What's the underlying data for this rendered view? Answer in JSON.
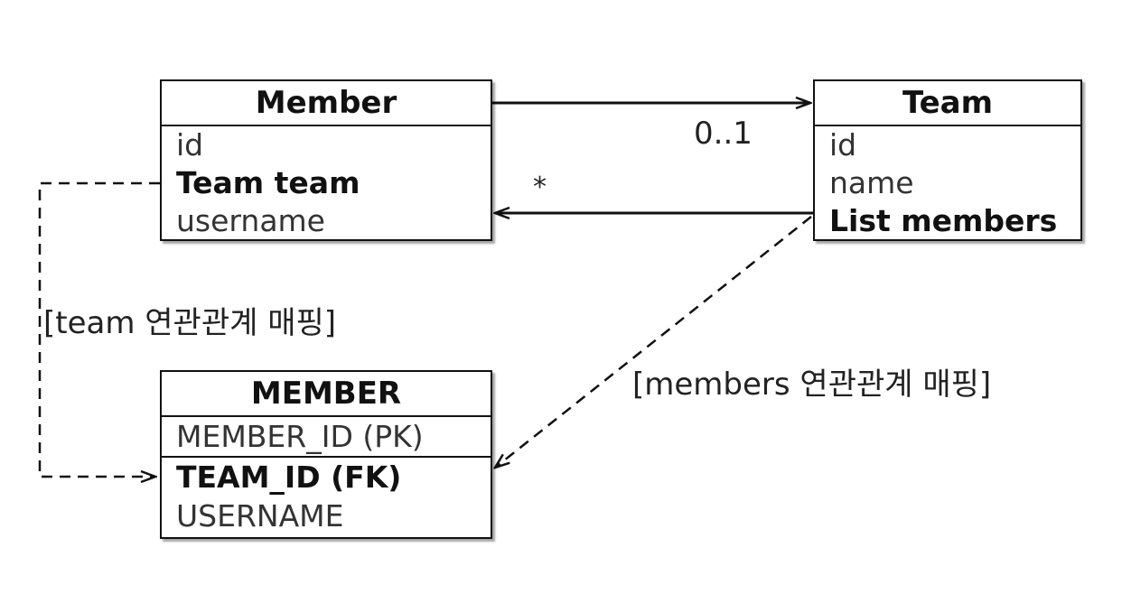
{
  "member_class": {
    "title": "Member",
    "fields": [
      "id",
      "Team team",
      "username"
    ]
  },
  "team_class": {
    "title": "Team",
    "fields": [
      "id",
      "name",
      "List members"
    ]
  },
  "member_table": {
    "title": "MEMBER",
    "columns": [
      "MEMBER_ID (PK)",
      "TEAM_ID (FK)",
      "USERNAME"
    ]
  },
  "associations": {
    "member_to_team_multiplicity": "0..1",
    "team_to_member_multiplicity": "*"
  },
  "mapping_labels": {
    "team": "[team 연관관계 매핑]",
    "members": "[members 연관관계 매핑]"
  }
}
